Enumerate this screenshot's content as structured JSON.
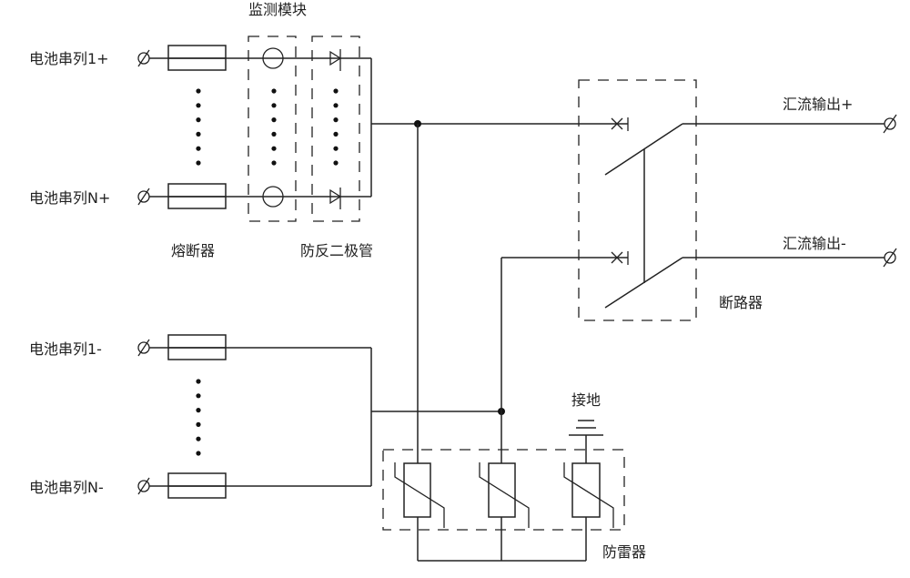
{
  "diagram": {
    "title": "监测模块",
    "inputs": {
      "positive": [
        {
          "label": "电池串列1+"
        },
        {
          "label": "电池串列N+"
        }
      ],
      "negative": [
        {
          "label": "电池串列1-"
        },
        {
          "label": "电池串列N-"
        }
      ]
    },
    "component_labels": {
      "fuse": "熔断器",
      "anti_reverse_diode": "防反二极管",
      "monitor_module": "监测模块",
      "breaker": "断路器",
      "surge_protector": "防雷器",
      "ground": "接地"
    },
    "outputs": [
      {
        "label": "汇流输出+"
      },
      {
        "label": "汇流输出-"
      }
    ],
    "ground_symbol": "二",
    "ellipsis_rows": 6
  }
}
